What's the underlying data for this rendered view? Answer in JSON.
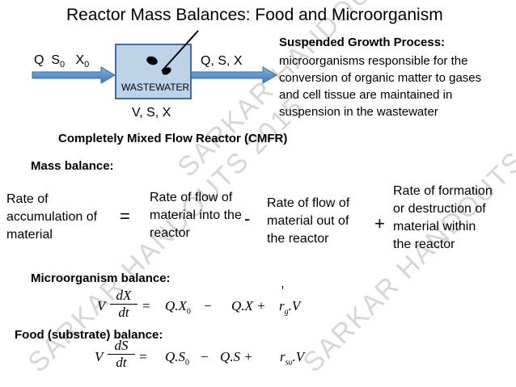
{
  "title": "Reactor Mass Balances: Food and Microorganism",
  "watermark": "SARKAR HANDOUTS 2015",
  "reactor": {
    "inlet": [
      "Q",
      "S",
      "0",
      "X",
      "0"
    ],
    "outlet_label": "Q, S, X",
    "box_label": "WASTEWATER",
    "below_label": "V, S, X",
    "caption": "Completely Mixed Flow Reactor  (CMFR)"
  },
  "suspended": {
    "heading": "Suspended Growth Process:",
    "body": "microorganisms responsible for the conversion of organic matter to gases and cell tissue are maintained in suspension in the wastewater"
  },
  "mass_balance": {
    "label": "Mass balance:",
    "terms": [
      "Rate of accumulation of material",
      "Rate of flow of material into the reactor",
      "Rate of flow of material out of the reactor",
      "Rate of formation or destruction of material within the reactor"
    ],
    "ops": [
      "=",
      "-",
      "+"
    ]
  },
  "micro": {
    "label": "Microorganism balance:",
    "eq": {
      "v": "V",
      "num": "dX",
      "den": "dt",
      "eq": "=",
      "t1": "Q.X",
      "t1sub": "0",
      "minus": "−",
      "t2": "Q.X +",
      "r": "r",
      "prime": "'",
      "rsub": "g",
      "tail": ".V"
    }
  },
  "food": {
    "label": "Food (substrate) balance:",
    "eq": {
      "v": "V",
      "num": "dS",
      "den": "dt",
      "eq": "=",
      "t1": "Q.S",
      "t1sub": "0",
      "minus": "−",
      "t2": "Q.S +",
      "r": "r",
      "rsub": "su",
      "tail": ".V"
    }
  }
}
